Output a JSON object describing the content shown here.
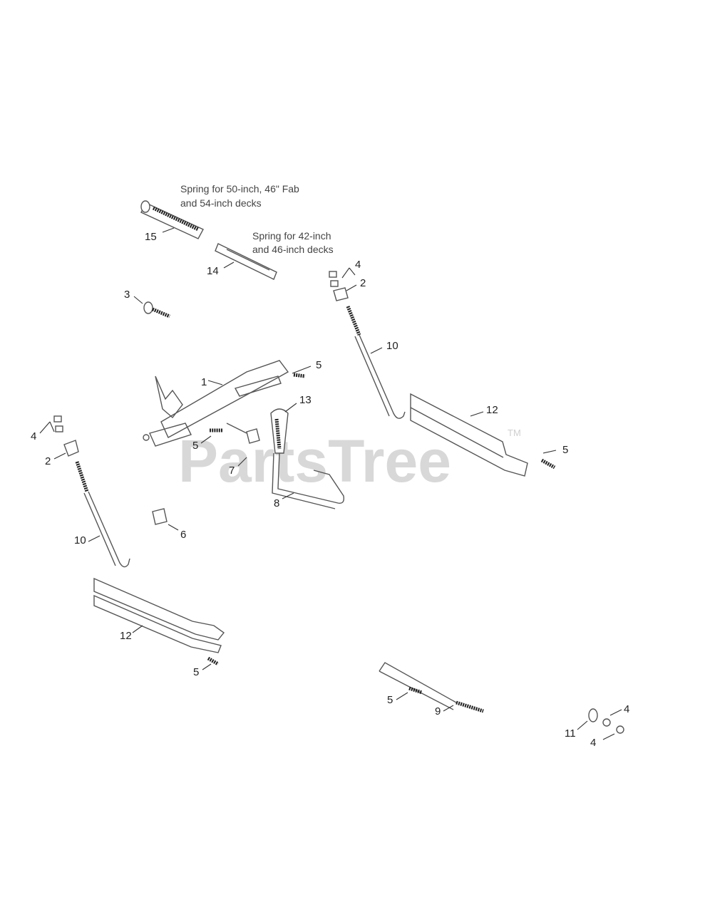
{
  "watermark": {
    "text": "PartsTree",
    "trademark": "TM"
  },
  "notes": {
    "spring_large_line1": "Spring for 50-inch, 46\" Fab",
    "spring_large_line2": "and 54-inch decks",
    "spring_small_line1": "Spring for 42-inch",
    "spring_small_line2": "and 46-inch decks"
  },
  "callouts": {
    "c15": "15",
    "c14": "14",
    "c3": "3",
    "c4_top": "4",
    "c2_top": "2",
    "c10_right": "10",
    "c1": "1",
    "c5_upper": "5",
    "c13": "13",
    "c12_right": "12",
    "c4_left": "4",
    "c2_left": "2",
    "c5_mid": "5",
    "c7": "7",
    "c5_right": "5",
    "c8": "8",
    "c6": "6",
    "c10_left": "10",
    "c12_left": "12",
    "c5_lower": "5",
    "c5_bottom": "5",
    "c9": "9",
    "c4_br_top": "4",
    "c11": "11",
    "c4_br_bot": "4"
  }
}
